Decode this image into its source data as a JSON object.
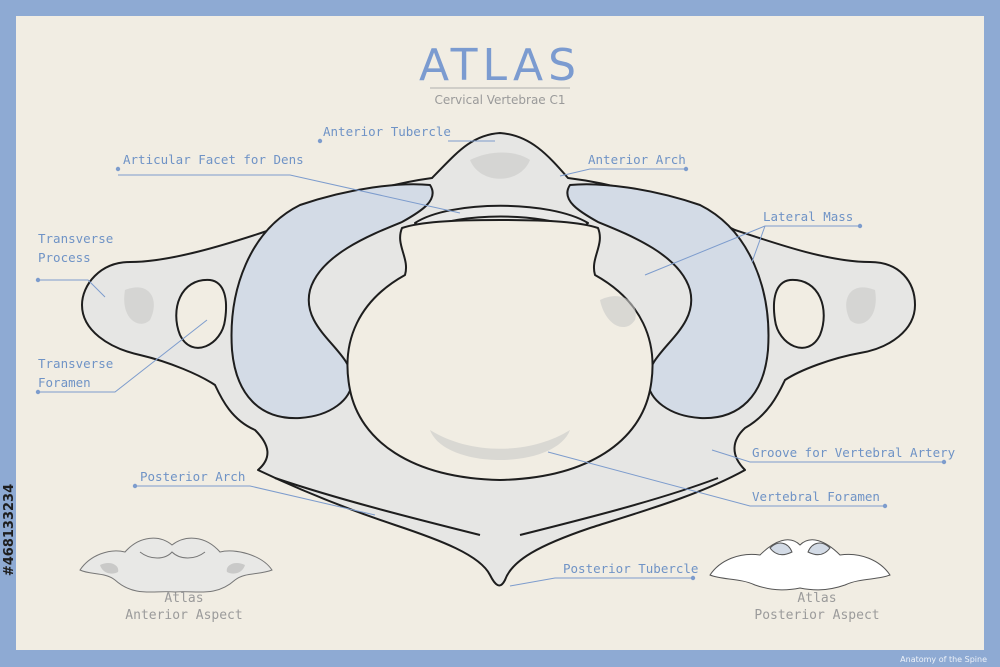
{
  "title": "ATLAS",
  "subtitle": "Cervical Vertebrae C1",
  "labels": {
    "anterior_tubercle": "Anterior Tubercle",
    "articular_facet": "Articular Facet for Dens",
    "anterior_arch": "Anterior Arch",
    "transverse_process_1": "Transverse",
    "transverse_process_2": "Process",
    "lateral_mass": "Lateral Mass",
    "transverse_foramen_1": "Transverse",
    "transverse_foramen_2": "Foramen",
    "groove": "Groove for Vertebral Artery",
    "posterior_arch": "Posterior Arch",
    "vertebral_foramen": "Vertebral Foramen",
    "posterior_tubercle": "Posterior Tubercle"
  },
  "thumbnails": {
    "anterior": {
      "line1": "Atlas",
      "line2": "Anterior Aspect"
    },
    "posterior": {
      "line1": "Atlas",
      "line2": "Posterior Aspect"
    }
  },
  "stock_id": "#468133234",
  "footer": "Anatomy of the Spine",
  "colors": {
    "frame": "#8eaad3",
    "background": "#f1ede3",
    "bone": "#e6e6e4",
    "facet": "#d3dbe6",
    "accent": "#7b9bd0"
  }
}
